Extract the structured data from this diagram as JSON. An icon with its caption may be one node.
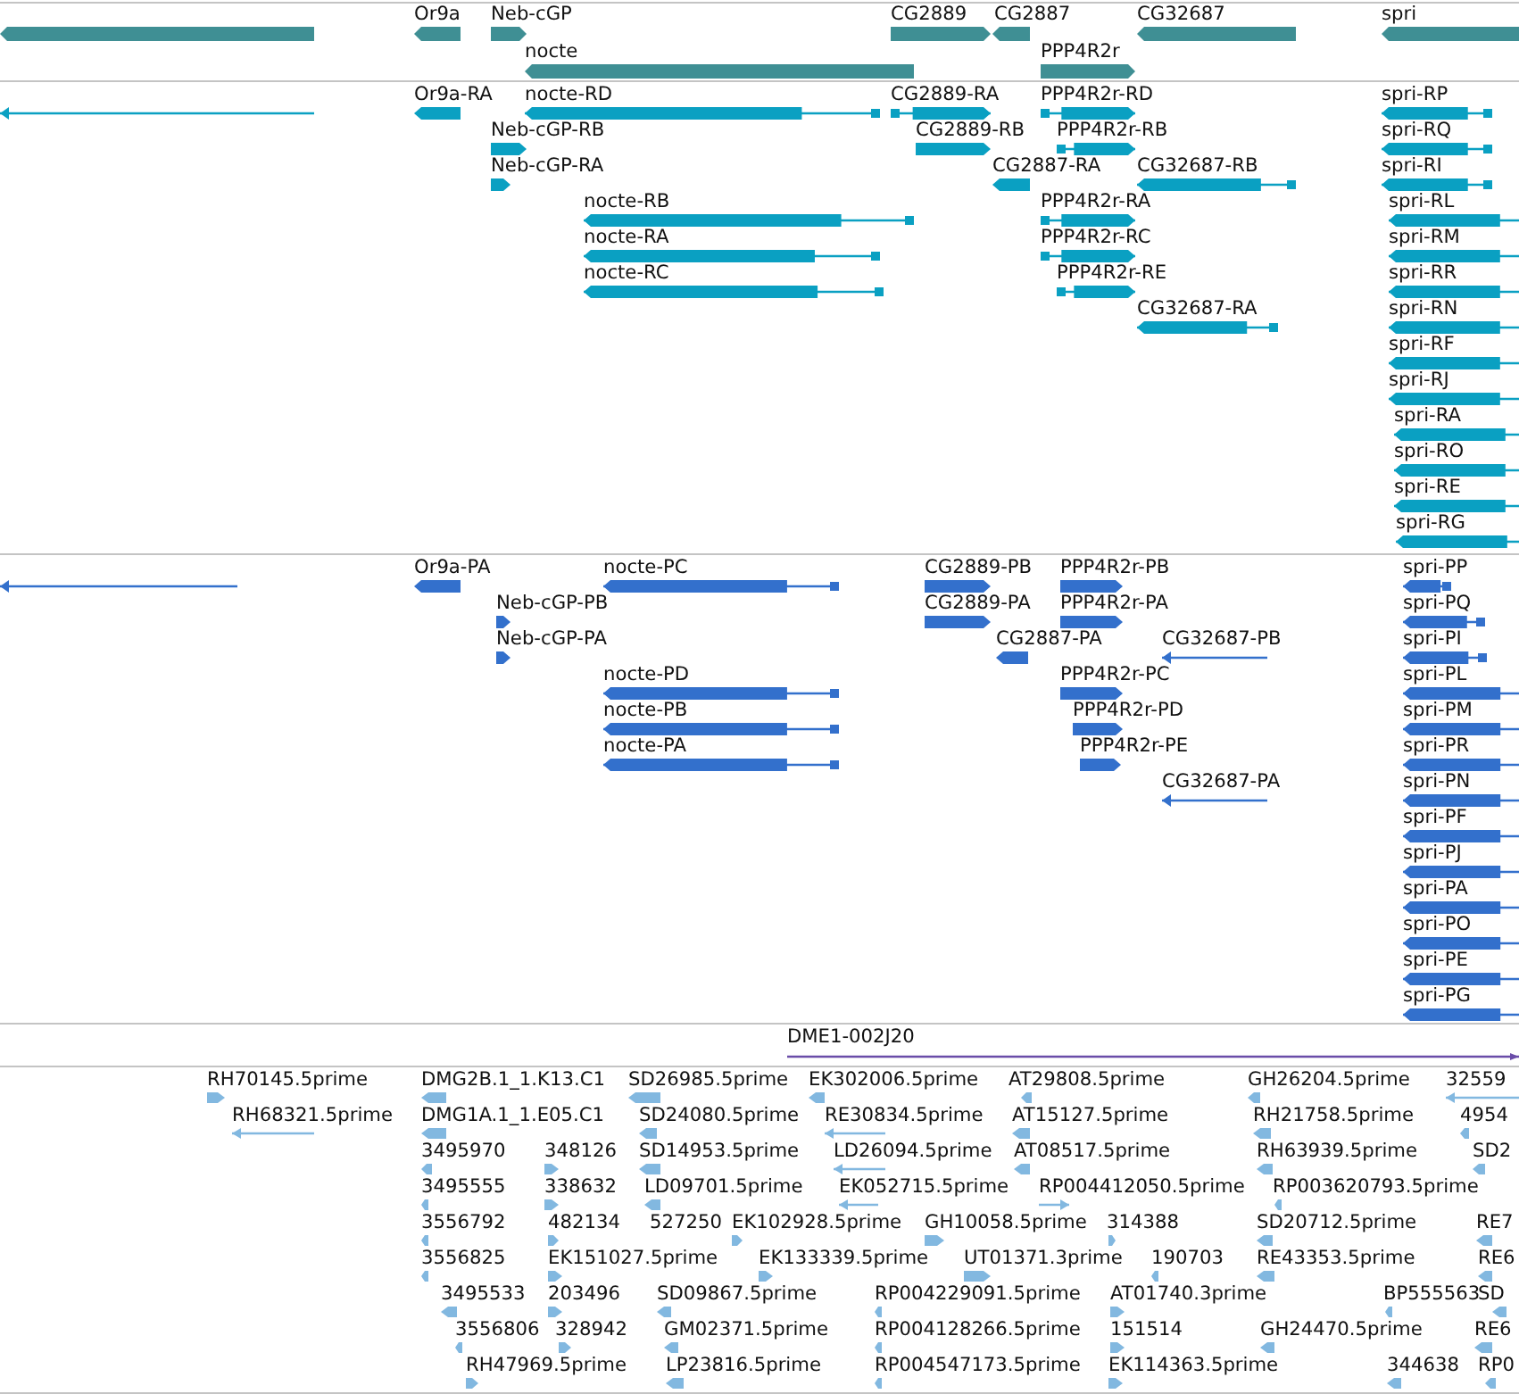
{
  "diagram": {
    "labels": [
      "Or9a",
      "Neb-cGP",
      "CG2889",
      "CG2887",
      "CG32687",
      "spri",
      "nocte",
      "PPP4R2r",
      "Or9a-RA",
      "nocte-RD",
      "CG2889-RA",
      "PPP4R2r-RD",
      "spri-RP",
      "Neb-cGP-RB",
      "CG2889-RB",
      "PPP4R2r-RB",
      "spri-RQ",
      "Neb-cGP-RA",
      "CG2887-RA",
      "CG32687-RB",
      "spri-RI",
      "nocte-RB",
      "PPP4R2r-RA",
      "spri-RL",
      "nocte-RA",
      "PPP4R2r-RC",
      "spri-RM",
      "nocte-RC",
      "PPP4R2r-RE",
      "spri-RR",
      "CG32687-RA",
      "spri-RN",
      "spri-RF",
      "spri-RJ",
      "spri-RA",
      "spri-RO",
      "spri-RE",
      "spri-RG",
      "Or9a-PA",
      "nocte-PC",
      "CG2889-PB",
      "PPP4R2r-PB",
      "spri-PP",
      "Neb-cGP-PB",
      "CG2889-PA",
      "PPP4R2r-PA",
      "spri-PQ",
      "Neb-cGP-PA",
      "CG2887-PA",
      "CG32687-PB",
      "spri-PI",
      "nocte-PD",
      "PPP4R2r-PC",
      "spri-PL",
      "nocte-PB",
      "PPP4R2r-PD",
      "spri-PM",
      "nocte-PA",
      "PPP4R2r-PE",
      "spri-PR",
      "CG32687-PA",
      "spri-PN",
      "spri-PF",
      "spri-PJ",
      "spri-PA",
      "spri-PO",
      "spri-PE",
      "spri-PG",
      "DME1-002J20",
      "RH70145.5prime",
      "DMG2B.1_1.K13.C1",
      "SD26985.5prime",
      "EK302006.5prime",
      "AT29808.5prime",
      "GH26204.5prime",
      "32559",
      "RH68321.5prime",
      "DMG1A.1_1.E05.C1",
      "SD24080.5prime",
      "RE30834.5prime",
      "AT15127.5prime",
      "RH21758.5prime",
      "4954",
      "3495970",
      "348126",
      "SD14953.5prime",
      "LD26094.5prime",
      "AT08517.5prime",
      "RH63939.5prime",
      "SD2",
      "3495555",
      "338632",
      "LD09701.5prime",
      "EK052715.5prime",
      "RP004412050.5prime",
      "RP003620793.5prime",
      "3556792",
      "482134",
      "527250",
      "EK102928.5prime",
      "GH10058.5prime",
      "314388",
      "SD20712.5prime",
      "RE7",
      "3556825",
      "EK151027.5prime",
      "EK133339.5prime",
      "UT01371.3prime",
      "190703",
      "RE43353.5prime",
      "RE6",
      "3495533",
      "203496",
      "SD09867.5prime",
      "RP004229091.5prime",
      "AT01740.3prime",
      "BP555563",
      "SD",
      "3556806",
      "328942",
      "GM02371.5prime",
      "RP004128266.5prime",
      "151514",
      "GH24470.5prime",
      "RE6",
      "RH47969.5prime",
      "LP23816.5prime",
      "RP004547173.5prime",
      "EK114363.5prime",
      "344638",
      "RP0"
    ]
  }
}
